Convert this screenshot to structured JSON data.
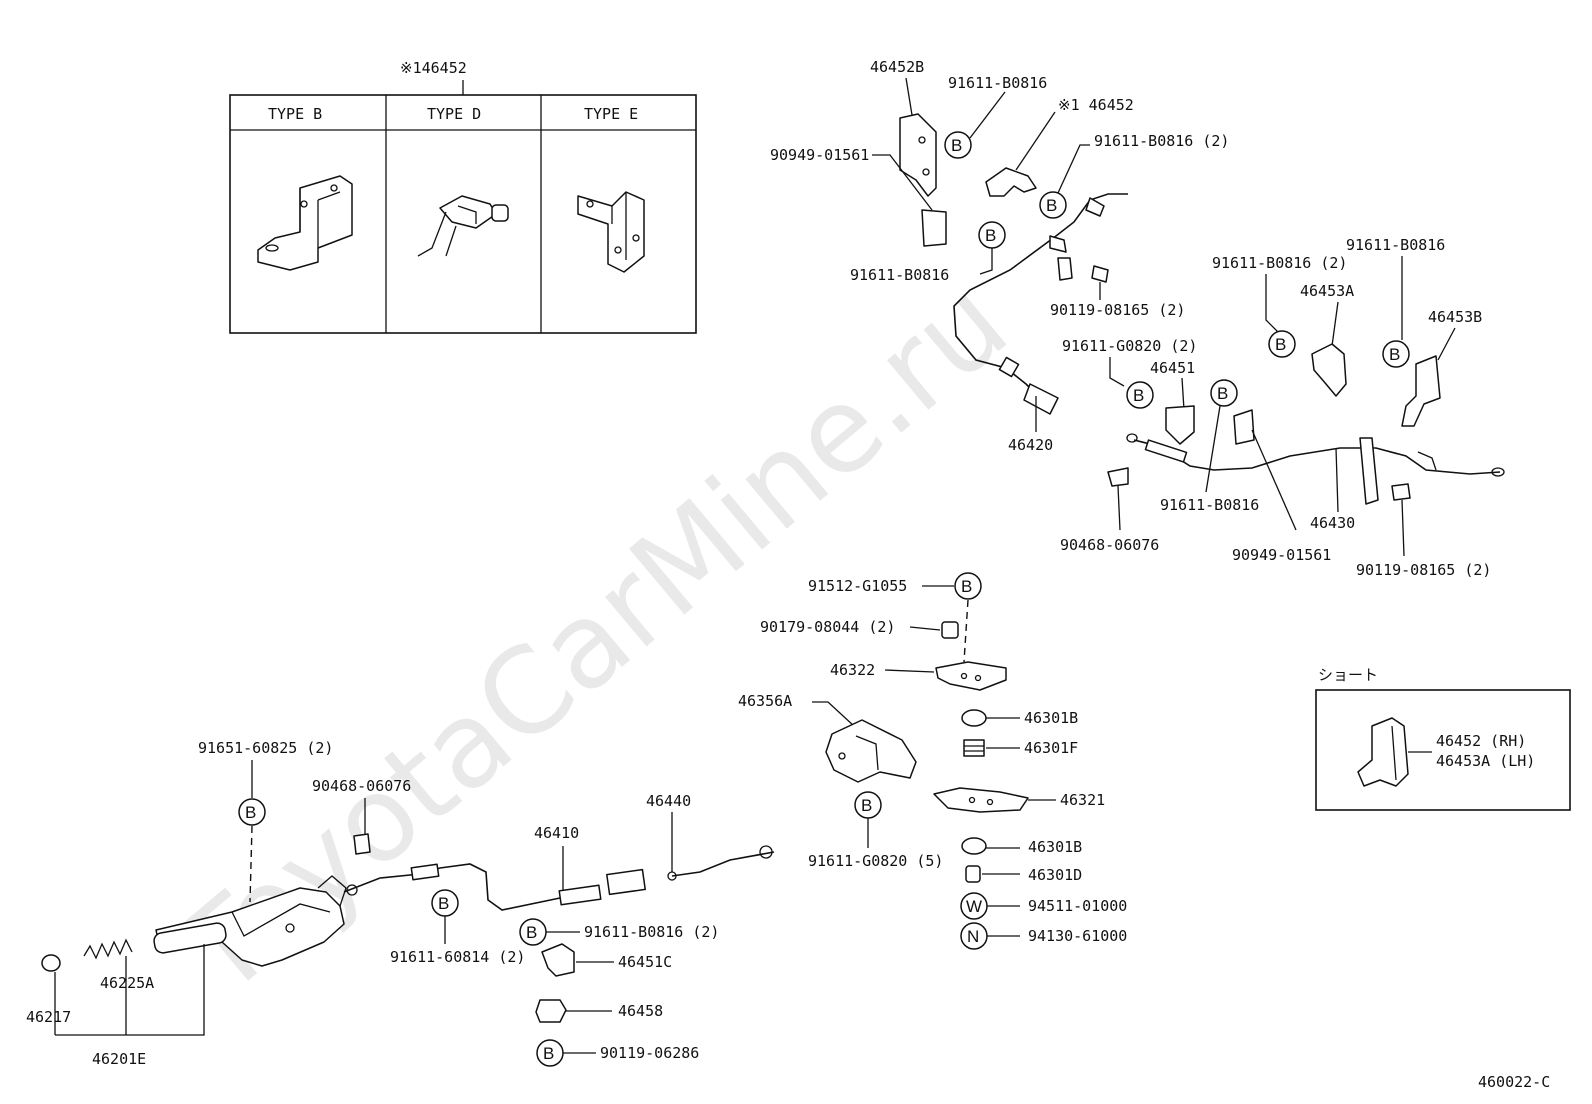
{
  "watermark": "ToyotaCarMine.ru",
  "type_box": {
    "title": "※146452",
    "columns": [
      "TYPE B",
      "TYPE D",
      "TYPE E"
    ]
  },
  "inset": {
    "title": "ショート",
    "label_rh": "46452  (RH)",
    "label_lh": "46453A (LH)"
  },
  "symbols": {
    "bolt": "B",
    "washer": "W",
    "nut": "N"
  },
  "labels": {
    "p46452B": "46452B",
    "p91611_B0816_a": "91611-B0816",
    "p146452": "※1 46452",
    "p90949_01561_a": "90949-01561",
    "p91611_B0816_2a": "91611-B0816 (2)",
    "p91611_B0816_b": "91611-B0816",
    "p90119_08165_2a": "90119-08165 (2)",
    "p91611_G0820_2": "91611-G0820 (2)",
    "p46451": "46451",
    "p46420": "46420",
    "p91611_B0816_2b": "91611-B0816 (2)",
    "p46453A": "46453A",
    "p91611_B0816_c": "91611-B0816",
    "p46453B": "46453B",
    "p91611_B0816_d": "91611-B0816",
    "p46430": "46430",
    "p90468_06076_a": "90468-06076",
    "p90949_01561_b": "90949-01561",
    "p90119_08165_2b": "90119-08165 (2)",
    "p91512_G1055": "91512-G1055",
    "p90179_08044_2": "90179-08044 (2)",
    "p46322": "46322",
    "p46356A": "46356A",
    "p46301B_a": "46301B",
    "p46301F": "46301F",
    "p46321": "46321",
    "p91611_G0820_5": "91611-G0820 (5)",
    "p46301B_b": "46301B",
    "p46301D": "46301D",
    "p94511_01000": "94511-01000",
    "p94130_61000": "94130-61000",
    "p91651_60825_2": "91651-60825 (2)",
    "p90468_06076_b": "90468-06076",
    "p46410": "46410",
    "p46440": "46440",
    "p91611_60814_2": "91611-60814 (2)",
    "p91611_B0816_2c": "91611-B0816 (2)",
    "p46451C": "46451C",
    "p46458": "46458",
    "p90119_06286": "90119-06286",
    "p46225A": "46225A",
    "p46217": "46217",
    "p46201E": "46201E",
    "diagram_code": "460022-C"
  }
}
